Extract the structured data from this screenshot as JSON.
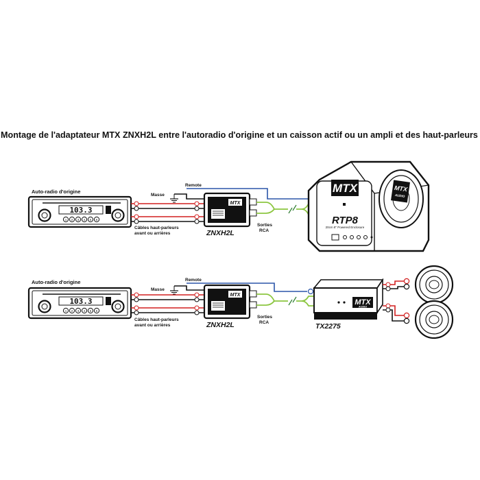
{
  "title": "Montage de l'adaptateur MTX ZNXH2L entre l'autoradio d'origine et un caisson actif ou un ampli et des haut-parleurs",
  "top_row": {
    "head_unit_label": "Auto-radio d'origine",
    "display": "103.3",
    "masse_label": "Masse",
    "remote_label": "Remote",
    "speaker_cables_line1": "Câbles haut-parleurs",
    "speaker_cables_line2": "avant ou arrières",
    "adapter_name": "ZNXH2L",
    "adapter_logo": "MTX",
    "rca_line1": "Sorties",
    "rca_line2": "RCA",
    "subwoofer_logo": "MTX",
    "subwoofer_name": "RTP8",
    "subwoofer_sub": "20cm 8\" Powered Enclosure",
    "subwoofer_badge": "MTX AUDIO"
  },
  "bottom_row": {
    "head_unit_label": "Auto-radio d'origine",
    "display": "103.3",
    "masse_label": "Masse",
    "remote_label": "Remote",
    "speaker_cables_line1": "Câbles haut-parleurs",
    "speaker_cables_line2": "avant ou arrières",
    "adapter_name": "ZNXH2L",
    "adapter_logo": "MTX",
    "rca_line1": "Sorties",
    "rca_line2": "RCA",
    "amp_logo": "MTX",
    "amp_sublogo": "AUDIO",
    "amp_name": "TX2275"
  },
  "preset_buttons": [
    "1",
    "2",
    "3",
    "4",
    "5",
    "6"
  ],
  "colors": {
    "positive_wire": "#d21f1f",
    "negative_wire": "#111111",
    "remote_wire": "#2a55a8",
    "rca_wire": "#8cc640"
  }
}
